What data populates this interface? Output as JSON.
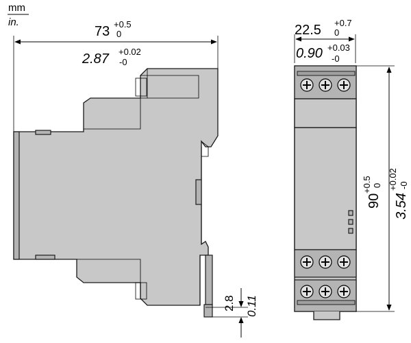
{
  "units": {
    "metric": "mm",
    "imperial": "in."
  },
  "side_view": {
    "width_mm": {
      "value": "73",
      "tol_upper": "+0.5",
      "tol_lower": "0"
    },
    "width_in": {
      "value": "2.87",
      "tol_upper": "+0.02",
      "tol_lower": "-0"
    },
    "rail_offset_mm": {
      "value": "2.8"
    },
    "rail_offset_in": {
      "value": "0.11"
    }
  },
  "front_view": {
    "width_mm": {
      "value": "22.5",
      "tol_upper": "+0.7",
      "tol_lower": "0"
    },
    "width_in": {
      "value": "0.90",
      "tol_upper": "+0.03",
      "tol_lower": "-0"
    },
    "height_mm": {
      "value": "90",
      "tol_upper": "+0.5",
      "tol_lower": "0"
    },
    "height_in": {
      "value": "3.54",
      "tol_upper": "+0.02",
      "tol_lower": "-0"
    }
  },
  "colors": {
    "body_fill": "#c8c8c8",
    "outline": "#1a1a1a",
    "dimension_line": "#000000"
  }
}
